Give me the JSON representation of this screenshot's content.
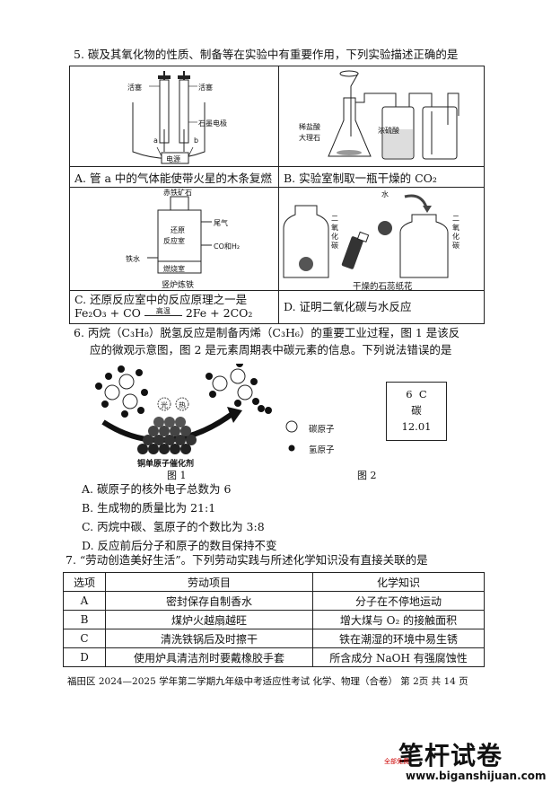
{
  "q5": {
    "stem": "5. 碳及其氧化物的性质、制备等在实验中有重要作用，下列实验描述正确的是",
    "A": {
      "caption": "A. 管 a 中的气体能使带火星的木条复燃",
      "labels": [
        "活塞",
        "活塞",
        "石墨电极",
        "a",
        "b",
        "电源"
      ]
    },
    "B": {
      "caption": "B. 实验室制取一瓶干燥的 CO₂",
      "labels": [
        "稀盐酸",
        "大理石",
        "浓硫酸"
      ]
    },
    "C": {
      "caption_line1": "C. 还原反应室中的反应原理之一是",
      "caption_line2": "Fe₂O₃ + CO",
      "cond": "高温",
      "caption_line2b": "2Fe + 2CO₂",
      "labels": [
        "赤铁矿石",
        "尾气",
        "还原",
        "反应室",
        "CO和H₂",
        "铁水",
        "燃烧室",
        "竖炉炼铁"
      ]
    },
    "D": {
      "caption": "D. 证明二氧化碳与水反应",
      "labels": [
        "水",
        "二氧化碳",
        "二氧化碳",
        "干燥的石蕊纸花"
      ]
    }
  },
  "q6": {
    "stem_line1": "6. 丙烷（C₃H₈）脱氢反应是制备丙烯（C₃H₆）的重要工业过程，图 1 是该反",
    "stem_line2": "应的微观示意图，图 2 是元素周期表中碳元素的信息。下列说法错误的是",
    "fig1_catalyst": "铜单原子催化剂",
    "fig1_heat": "光",
    "fig1_heat2": "热",
    "legend_c": "碳原子",
    "legend_h": "氢原子",
    "fig1_caption": "图 1",
    "fig2_caption": "图 2",
    "element": {
      "number": "6",
      "symbol": "C",
      "name": "碳",
      "mass": "12.01"
    },
    "options": [
      "A. 碳原子的核外电子总数为 6",
      "B. 生成物的质量比为 21:1",
      "C. 丙烷中碳、氢原子的个数比为 3:8",
      "D. 反应前后分子和原子的数目保持不变"
    ]
  },
  "q7": {
    "stem": "7. “劳动创造美好生活”。下列劳动实践与所述化学知识没有直接关联的是",
    "headers": [
      "选项",
      "劳动项目",
      "化学知识"
    ],
    "rows": [
      [
        "A",
        "密封保存自制香水",
        "分子在不停地运动"
      ],
      [
        "B",
        "煤炉火越扇越旺",
        "增大煤与 O₂ 的接触面积"
      ],
      [
        "C",
        "清洗铁锅后及时擦干",
        "铁在潮湿的环境中易生锈"
      ],
      [
        "D",
        "使用炉具清洁剂时要戴橡胶手套",
        "所含成分 NaOH 有强腐蚀性"
      ]
    ]
  },
  "footer": "福田区 2024—2025 学年第二学期九年级中考适应性考试  化学、物理（合卷）  第 2页 共 14 页",
  "watermark": {
    "text": "笔杆试卷",
    "url": "www.biganshijuan.com",
    "tag": "全部免费"
  }
}
